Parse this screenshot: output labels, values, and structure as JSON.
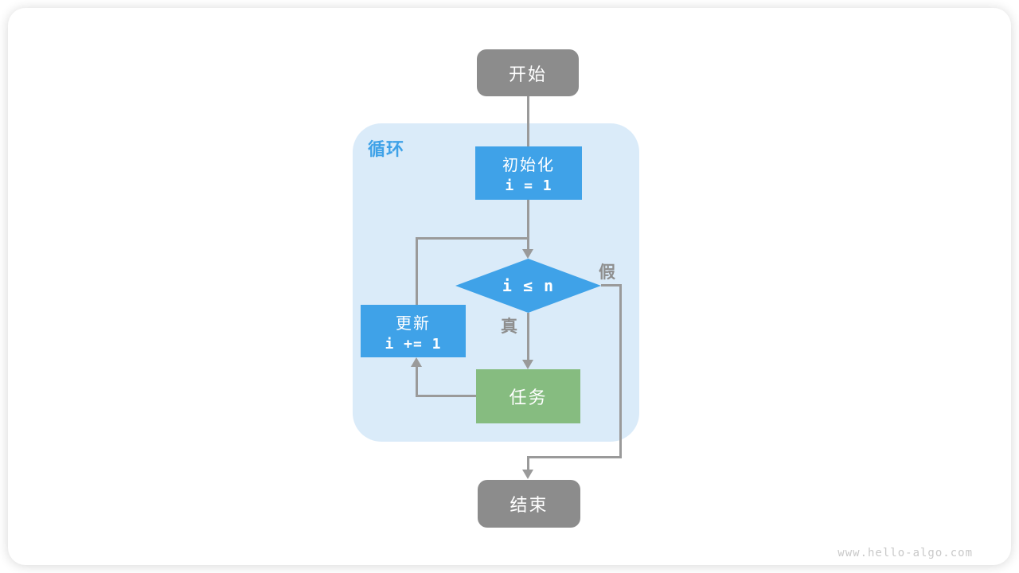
{
  "page": {
    "watermark": "www.hello-algo.com"
  },
  "colors": {
    "terminal_gray": "#8C8C8C",
    "accent_blue": "#3FA2E8",
    "loop_background": "#DAEBF9",
    "task_green": "#86BC80",
    "arrow_gray": "#9A9A9A",
    "edge_label_gray": "#8E8E8E",
    "watermark_gray": "#C9C9C9",
    "card_background": "#FFFFFF"
  },
  "flowchart": {
    "loop_label": "循环",
    "nodes": {
      "start": {
        "label": "开始"
      },
      "init": {
        "label": "初始化",
        "code": "i = 1"
      },
      "condition": {
        "code": "i ≤ n"
      },
      "update": {
        "label": "更新",
        "code": "i += 1"
      },
      "task": {
        "label": "任务"
      },
      "end": {
        "label": "结束"
      }
    },
    "edge_labels": {
      "true_branch": "真",
      "false_branch": "假"
    }
  }
}
